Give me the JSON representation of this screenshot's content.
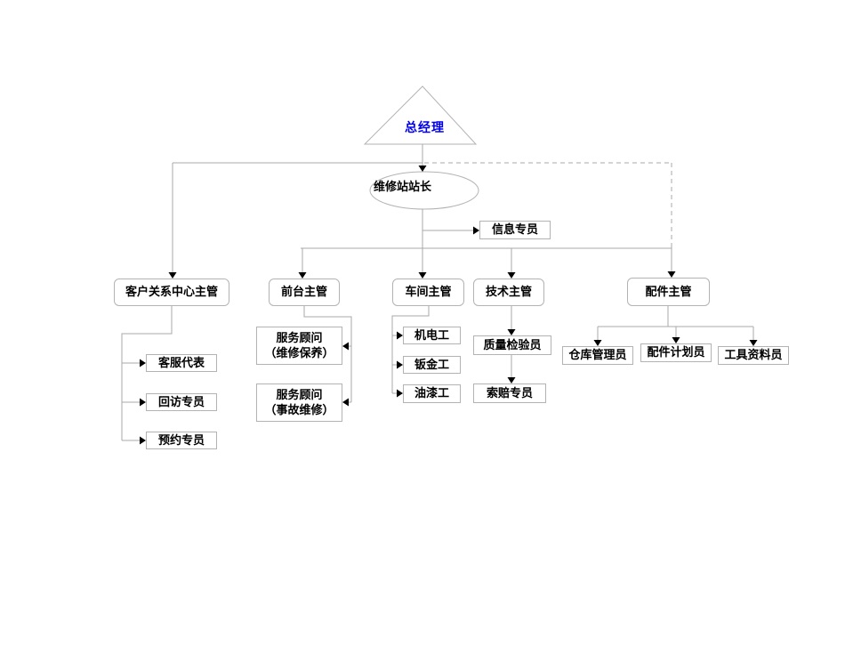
{
  "org_chart": {
    "nodes": {
      "ceo": {
        "label": "总经理",
        "shape": "triangle"
      },
      "station_master": {
        "label": "维修站站长",
        "shape": "ellipse"
      },
      "info_specialist": {
        "label": "信息专员"
      },
      "crm_supervisor": {
        "label": "客户关系中心主管"
      },
      "frontdesk_supervisor": {
        "label": "前台主管"
      },
      "workshop_supervisor": {
        "label": "车间主管"
      },
      "tech_supervisor": {
        "label": "技术主管"
      },
      "parts_supervisor": {
        "label": "配件主管"
      },
      "customer_service_rep": {
        "label": "客服代表"
      },
      "callback_specialist": {
        "label": "回访专员"
      },
      "appointment_specialist": {
        "label": "预约专员"
      },
      "service_advisor_maintenance": {
        "line1": "服务顾问",
        "line2": "（维修保养）"
      },
      "service_advisor_accident": {
        "line1": "服务顾问",
        "line2": "（事故维修）"
      },
      "mechanic_electrician": {
        "label": "机电工"
      },
      "panel_beater": {
        "label": "钣金工"
      },
      "painter": {
        "label": "油漆工"
      },
      "quality_inspector": {
        "label": "质量检验员"
      },
      "claims_specialist": {
        "label": "索赔专员"
      },
      "warehouse_keeper": {
        "label": "仓库管理员"
      },
      "parts_planner": {
        "label": "配件计划员"
      },
      "tool_data_clerk": {
        "label": "工具资料员"
      }
    },
    "hierarchy": [
      {
        "parent": "总经理",
        "children": [
          "维修站站长"
        ],
        "style": "solid"
      },
      {
        "parent": "总经理",
        "children": [
          "客户关系中心主管"
        ],
        "style": "solid"
      },
      {
        "parent": "总经理",
        "children": [
          "配件主管"
        ],
        "style": "dashed"
      },
      {
        "parent": "维修站站长",
        "children": [
          "信息专员",
          "前台主管",
          "车间主管",
          "技术主管",
          "配件主管"
        ],
        "style": "solid"
      },
      {
        "parent": "客户关系中心主管",
        "children": [
          "客服代表",
          "回访专员",
          "预约专员"
        ],
        "style": "solid"
      },
      {
        "parent": "前台主管",
        "children": [
          "服务顾问（维修保养）",
          "服务顾问（事故维修）"
        ],
        "style": "solid"
      },
      {
        "parent": "车间主管",
        "children": [
          "机电工",
          "钣金工",
          "油漆工"
        ],
        "style": "solid"
      },
      {
        "parent": "技术主管",
        "children": [
          "质量检验员"
        ],
        "style": "solid"
      },
      {
        "parent": "质量检验员",
        "children": [
          "索赔专员"
        ],
        "style": "solid"
      },
      {
        "parent": "配件主管",
        "children": [
          "仓库管理员",
          "配件计划员",
          "工具资料员"
        ],
        "style": "solid"
      }
    ],
    "colors": {
      "ceo_text": "#0000ee",
      "text": "#000000",
      "box_border": "#b3b3b3",
      "line": "#a9a9a9",
      "arrow": "#000000",
      "background": "#ffffff"
    }
  }
}
